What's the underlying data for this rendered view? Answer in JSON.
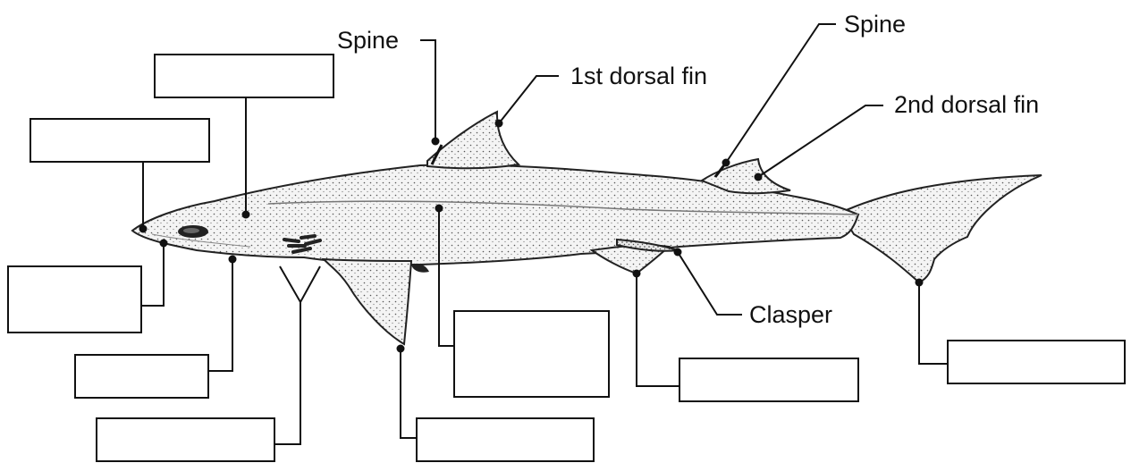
{
  "diagram": {
    "labels": {
      "spine_front": "Spine",
      "first_dorsal_fin": "1st dorsal fin",
      "spine_rear": "Spine",
      "second_dorsal_fin": "2nd dorsal fin",
      "clasper": "Clasper"
    },
    "blank_boxes": [
      {
        "id": "snout-box",
        "text": ""
      },
      {
        "id": "eye-box",
        "text": ""
      },
      {
        "id": "mouth-box",
        "text": ""
      },
      {
        "id": "pectoral-origin-box",
        "text": ""
      },
      {
        "id": "gill-slits-box",
        "text": ""
      },
      {
        "id": "pectoral-fin-box",
        "text": ""
      },
      {
        "id": "lateral-line-box",
        "text": ""
      },
      {
        "id": "pelvic-fin-box",
        "text": ""
      },
      {
        "id": "caudal-fin-box",
        "text": ""
      }
    ],
    "colors": {
      "ink": "#111111",
      "background": "#ffffff",
      "body_fill": "#f2f2f2"
    }
  }
}
